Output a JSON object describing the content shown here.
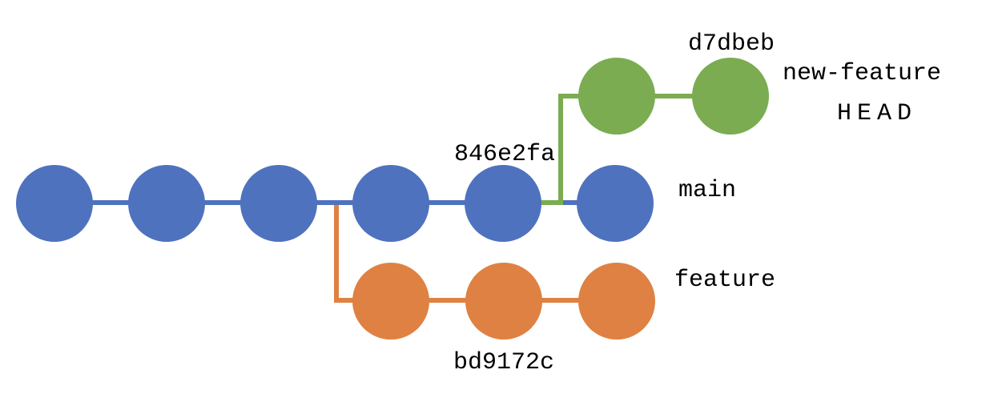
{
  "diagram": {
    "type": "git-commit-graph",
    "background": "#ffffff",
    "colors": {
      "main": "#4E72BE",
      "feature": "#DF8142",
      "new_feature": "#7BAC51",
      "text": "#000000"
    },
    "branches": [
      {
        "name": "main",
        "commit_count": 6,
        "color": "#4E72BE",
        "labeled_commit": "846e2fa"
      },
      {
        "name": "feature",
        "commit_count": 3,
        "color": "#DF8142",
        "labeled_commit": "bd9172c"
      },
      {
        "name": "new-feature",
        "commit_count": 2,
        "color": "#7BAC51",
        "labeled_commit": "d7dbeb",
        "has_head": true
      }
    ],
    "labels": {
      "commit_846e2fa": "846e2fa",
      "commit_d7dbeb": "d7dbeb",
      "commit_bd9172c": "bd9172c",
      "branch_main": "main",
      "branch_feature": "feature",
      "branch_new_feature": "new-feature",
      "head": "HEAD"
    }
  }
}
